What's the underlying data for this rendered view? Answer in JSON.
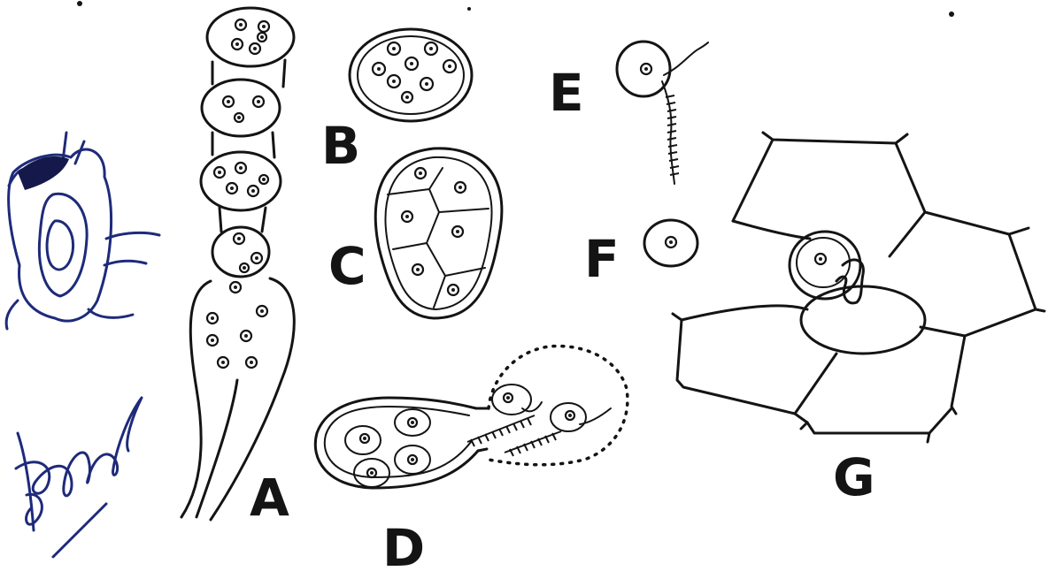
{
  "labels": {
    "a": "A",
    "b": "B",
    "c": "C",
    "d": "D",
    "e": "E",
    "f": "F",
    "g": "G"
  },
  "colors": {
    "ink": "#141414",
    "pen": "#1e2a7a",
    "paper": "#ffffff"
  }
}
